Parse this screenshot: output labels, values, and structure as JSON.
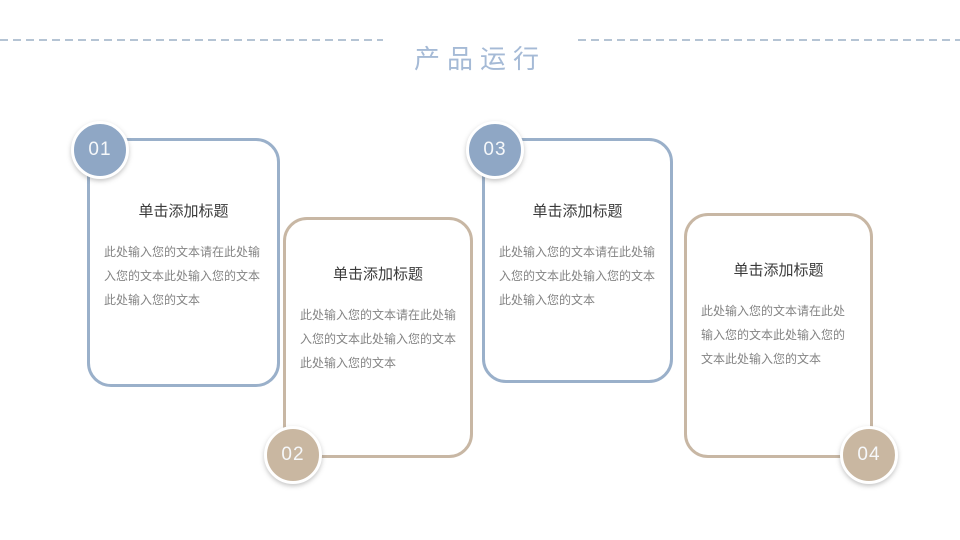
{
  "header": {
    "title": "产品运行"
  },
  "colors": {
    "title_text": "#a5bad6",
    "dashed_line": "#b5c4d4",
    "blue_accent": "#8fa7c5",
    "blue_border": "#9ab0ca",
    "tan_accent": "#c9b7a1",
    "tan_border": "#c8b7a4",
    "card_title_text": "#3a3a3a",
    "card_body_text": "#848484",
    "badge_number_text": "#ffffff"
  },
  "cards": [
    {
      "number": "01",
      "theme": "blue",
      "badge_corner": "top-left",
      "title": "单击添加标题",
      "body": "此处输入您的文本请在此处输入您的文本此处输入您的文本此处输入您的文本"
    },
    {
      "number": "02",
      "theme": "tan",
      "badge_corner": "bottom-left",
      "title": "单击添加标题",
      "body": "此处输入您的文本请在此处输入您的文本此处输入您的文本此处输入您的文本"
    },
    {
      "number": "03",
      "theme": "blue",
      "badge_corner": "top-left",
      "title": "单击添加标题",
      "body": "此处输入您的文本请在此处输入您的文本此处输入您的文本此处输入您的文本"
    },
    {
      "number": "04",
      "theme": "tan",
      "badge_corner": "bottom-right",
      "title": "单击添加标题",
      "body": "此处输入您的文本请在此处输入您的文本此处输入您的文本此处输入您的文本"
    }
  ]
}
